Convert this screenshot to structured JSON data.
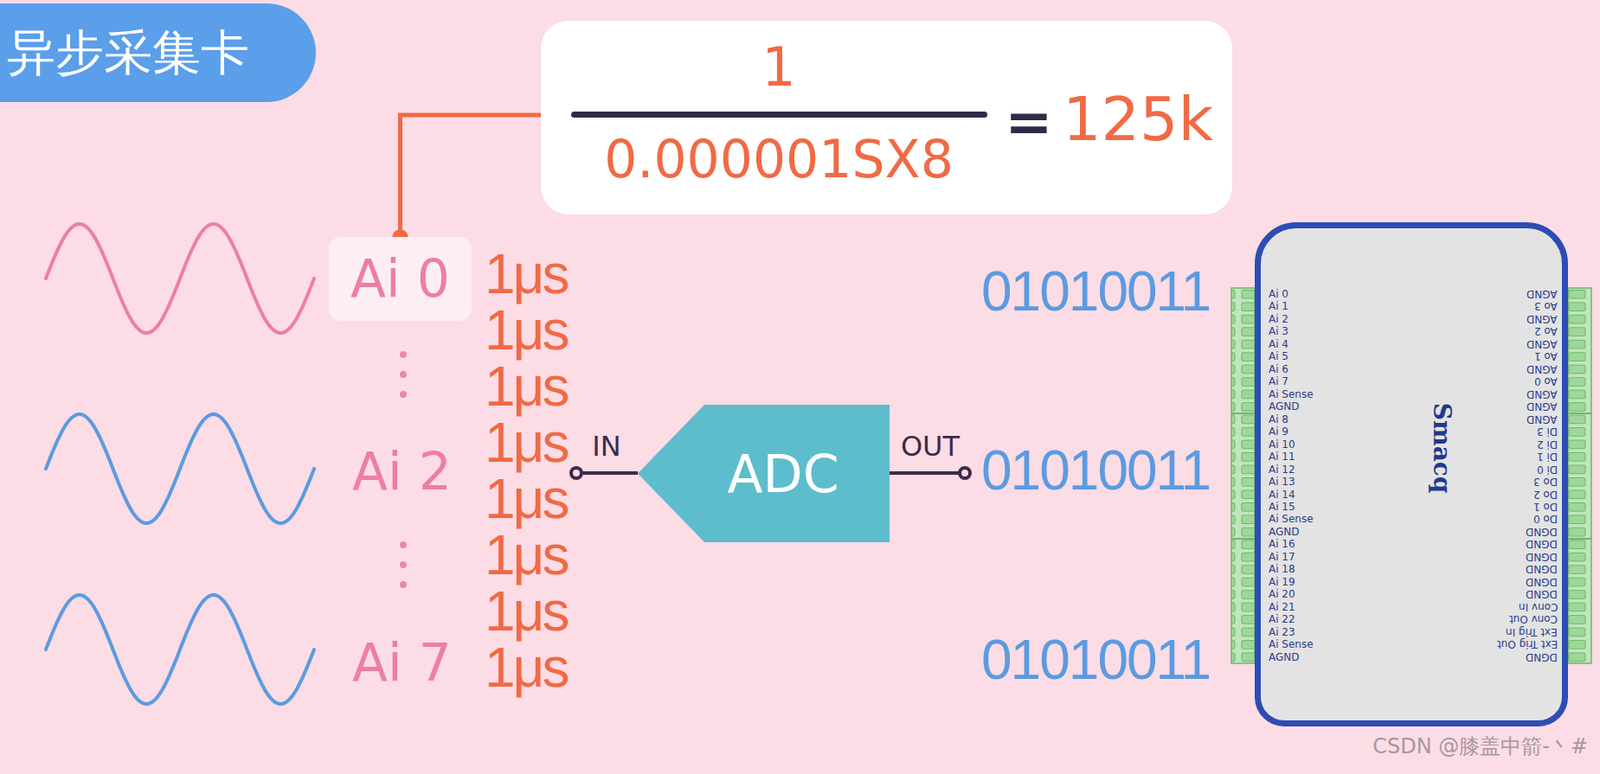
{
  "diagram": {
    "title": "异步采集卡",
    "nodes": [
      {
        "text": [
          "1",
          "0.000001SX8",
          "=",
          "125k"
        ]
      },
      {
        "text": [
          "Ai 0"
        ]
      },
      {
        "text": [
          "ADC"
        ]
      },
      {
        "text": [
          "Smacq"
        ]
      }
    ],
    "edges": [
      {
        "from": 0,
        "to": 1,
        "arrow": "none"
      }
    ],
    "labels": [
      "Ai 2",
      "Ai 7",
      "1μs",
      "1μs",
      "1μs",
      "1μs",
      "1μs",
      "1μs",
      "1μs",
      "1μs",
      "IN",
      "OUT",
      "01010011",
      "01010011",
      "01010011",
      "Ai 0",
      "Ai 1",
      "Ai 2",
      "Ai 3",
      "Ai 4",
      "Ai 5",
      "Ai 6",
      "Ai 7",
      "Ai Sense",
      "AGND",
      "Ai 8",
      "Ai 9",
      "Ai 10",
      "Ai 11",
      "Ai 12",
      "Ai 13",
      "Ai 14",
      "Ai 15",
      "Ai Sense",
      "AGND",
      "Ai 16",
      "Ai 17",
      "Ai 18",
      "Ai 19",
      "Ai 20",
      "Ai 21",
      "Ai 22",
      "Ai 23",
      "Ai Sense",
      "AGND",
      "AGND",
      "Ao 3",
      "AGND",
      "Ao 2",
      "AGND",
      "Ao 1",
      "AGND",
      "Ao 0",
      "AGND",
      "AGND",
      "AGND",
      "Di 3",
      "Di 2",
      "Di 1",
      "Di 0",
      "Do 3",
      "Do 2",
      "Do 1",
      "Do 0",
      "DGND",
      "DGND",
      "DGND",
      "DGND",
      "DGND",
      "DGND",
      "Conv In",
      "Conv Out",
      "Ext Trig In",
      "Ext Trig Out",
      "DGND",
      "CSDN @膝盖中箭-丶#"
    ]
  }
}
